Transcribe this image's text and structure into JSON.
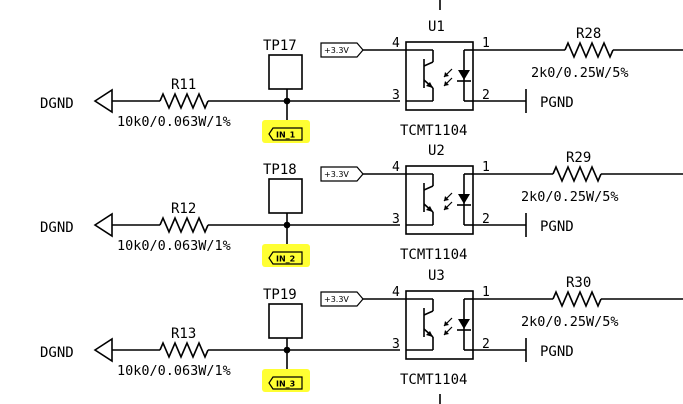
{
  "channels": [
    {
      "ground_label": "DGND",
      "resistor_in": {
        "ref": "R11",
        "value": "10k0/0.063W/1%"
      },
      "test_point": "TP17",
      "net_label": "IN_1",
      "optocoupler": {
        "ref": "U1",
        "part": "TCMT1104",
        "pins": [
          "4",
          "3",
          "1",
          "2"
        ]
      },
      "supply_label": "+3.3V",
      "resistor_out": {
        "ref": "R28",
        "value": "2k0/0.25W/5%"
      },
      "power_ground_label": "PGND"
    },
    {
      "ground_label": "DGND",
      "resistor_in": {
        "ref": "R12",
        "value": "10k0/0.063W/1%"
      },
      "test_point": "TP18",
      "net_label": "IN_2",
      "optocoupler": {
        "ref": "U2",
        "part": "TCMT1104",
        "pins": [
          "4",
          "3",
          "1",
          "2"
        ]
      },
      "supply_label": "+3.3V",
      "resistor_out": {
        "ref": "R29",
        "value": "2k0/0.25W/5%"
      },
      "power_ground_label": "PGND"
    },
    {
      "ground_label": "DGND",
      "resistor_in": {
        "ref": "R13",
        "value": "10k0/0.063W/1%"
      },
      "test_point": "TP19",
      "net_label": "IN_3",
      "optocoupler": {
        "ref": "U3",
        "part": "TCMT1104",
        "pins": [
          "4",
          "3",
          "1",
          "2"
        ]
      },
      "supply_label": "+3.3V",
      "resistor_out": {
        "ref": "R30",
        "value": "2k0/0.25W/5%"
      },
      "power_ground_label": "PGND"
    }
  ],
  "colors": {
    "wire": "#000000",
    "highlight": "#ffff33",
    "background": "#ffffff"
  }
}
